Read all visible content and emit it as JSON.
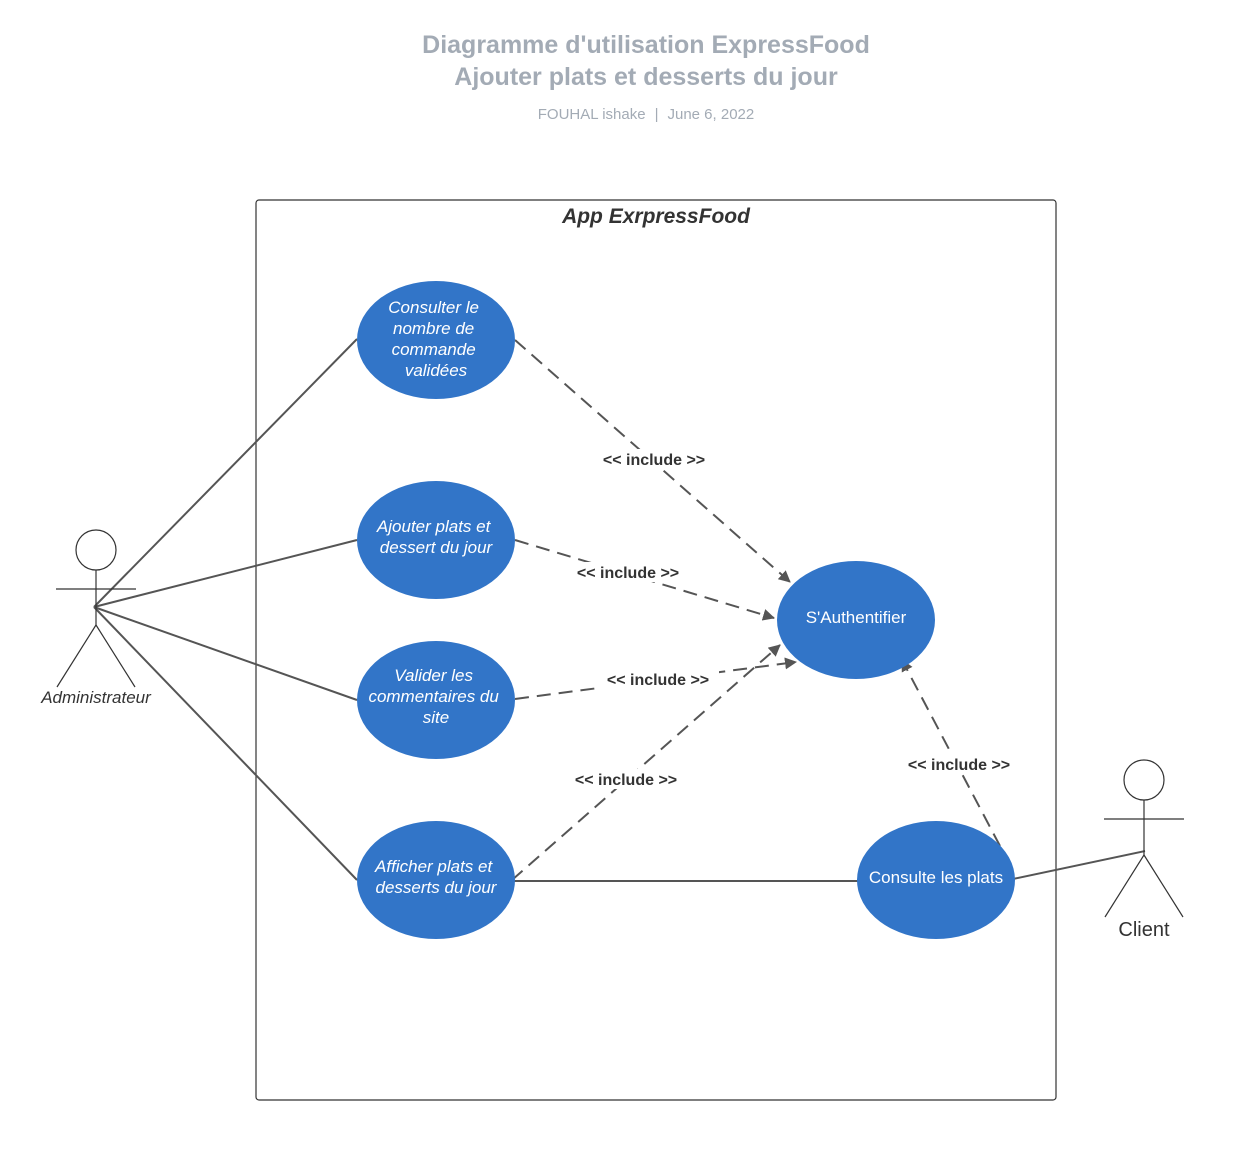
{
  "header": {
    "title_line1": "Diagramme d'utilisation ExpressFood",
    "title_line2": "Ajouter plats et desserts du jour",
    "author": "FOUHAL ishake",
    "separator": "|",
    "date": "June 6, 2022"
  },
  "system": {
    "title": "App ExrpressFood"
  },
  "actors": {
    "admin": "Administrateur",
    "client": "Client"
  },
  "use_cases": {
    "consulter": [
      "Consulter le",
      "nombre de",
      "commande",
      "validées"
    ],
    "ajouter": [
      "Ajouter plats et",
      "dessert du jour"
    ],
    "valider": [
      "Valider les",
      "commentaires du",
      "site"
    ],
    "afficher": [
      "Afficher plats et",
      "desserts du jour"
    ],
    "authentifier": [
      "S'Authentifier"
    ],
    "consulte_plats": [
      "Consulte les plats"
    ]
  },
  "relations": {
    "include_1": "<< include >>",
    "include_2": "<< include >>",
    "include_3": "<< include >>",
    "include_4": "<< include >>",
    "include_5": "<< include >>"
  },
  "colors": {
    "use_case_fill": "#3275c8",
    "line": "#555555",
    "title_gray": "#a3abb5"
  }
}
